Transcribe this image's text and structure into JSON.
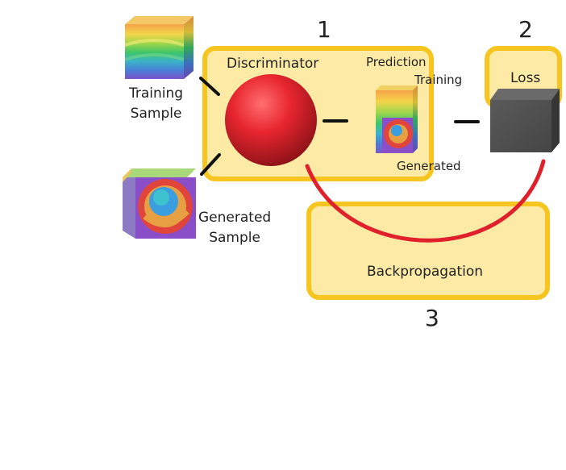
{
  "steps": {
    "step1": "1",
    "step2": "2",
    "step3": "3"
  },
  "labels": {
    "discriminator": "Discriminator",
    "prediction": "Prediction",
    "training": "Training",
    "generated": "Generated",
    "loss": "Loss",
    "backpropagation": "Backpropagation",
    "training_sample_line1": "Training",
    "training_sample_line2": "Sample",
    "generated_sample_line1": "Generated",
    "generated_sample_line2": "Sample"
  },
  "colors": {
    "box_fill": "#fdeba5",
    "box_border": "#f7c51f",
    "arrow_red": "#e0202a",
    "sphere_red": "#e3222c",
    "loss_cube": "#4f4f4f"
  },
  "icons": {
    "training_sample": "rainbow-stripes-cube-icon",
    "generated_sample": "rainbow-swirl-cube-icon",
    "prediction": "mixed-prediction-cube-icon",
    "discriminator": "red-sphere-icon",
    "loss": "gray-cube-icon"
  }
}
